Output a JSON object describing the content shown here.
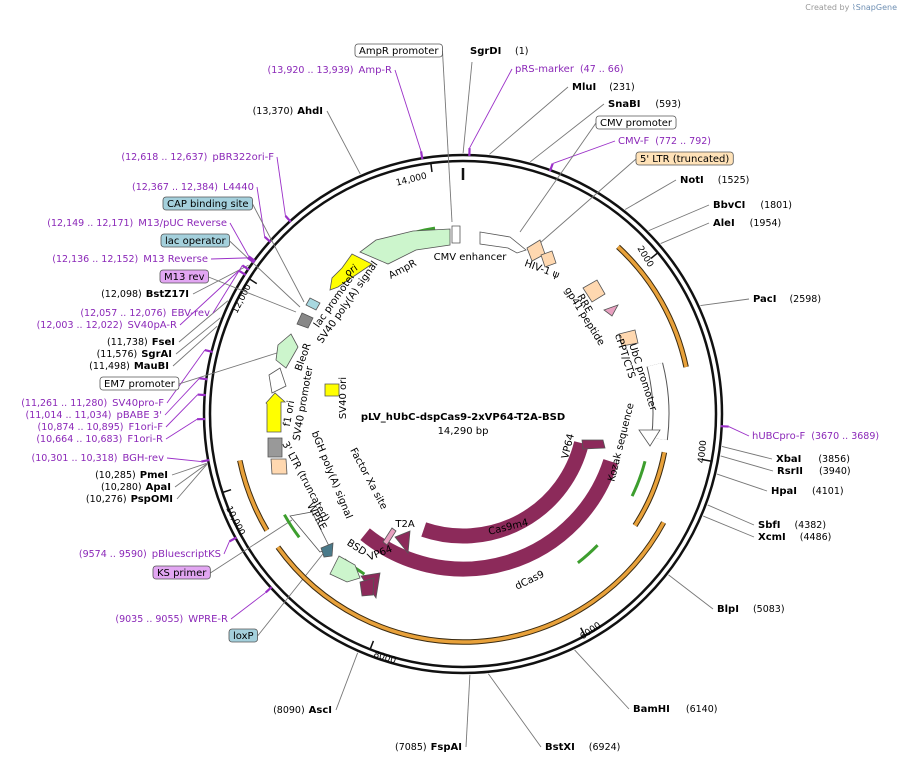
{
  "watermark": {
    "prefix": "Created by",
    "brand": "SnapGene"
  },
  "plasmid": {
    "name": "pLV_hUbC-dspCas9-2xVP64-T2A-BSD",
    "length_label": "14,290 bp",
    "length": 14290
  },
  "ticks": [
    "2000",
    "4000",
    "6000",
    "8000",
    "10,000",
    "12,000",
    "14,000"
  ],
  "sites": [
    {
      "name": "SgrDI",
      "coord": "(1)"
    },
    {
      "name": "MluI",
      "coord": "(231)"
    },
    {
      "name": "SnaBI",
      "coord": "(593)"
    },
    {
      "name": "NotI",
      "coord": "(1525)"
    },
    {
      "name": "BbvCI",
      "coord": "(1801)"
    },
    {
      "name": "AleI",
      "coord": "(1954)"
    },
    {
      "name": "PacI",
      "coord": "(2598)"
    },
    {
      "name": "XbaI",
      "coord": "(3856)"
    },
    {
      "name": "RsrII",
      "coord": "(3940)"
    },
    {
      "name": "HpaI",
      "coord": "(4101)"
    },
    {
      "name": "SbfI",
      "coord": "(4382)"
    },
    {
      "name": "XcmI",
      "coord": "(4486)"
    },
    {
      "name": "BlpI",
      "coord": "(5083)"
    },
    {
      "name": "BamHI",
      "coord": "(6140)"
    },
    {
      "name": "BstXI",
      "coord": "(6924)"
    },
    {
      "name": "FspAI",
      "coord": "(7085)"
    },
    {
      "name": "AscI",
      "coord": "(8090)"
    },
    {
      "name": "PspOMI",
      "coord": "(10,276)"
    },
    {
      "name": "ApaI",
      "coord": "(10,280)"
    },
    {
      "name": "PmeI",
      "coord": "(10,285)"
    },
    {
      "name": "MauBI",
      "coord": "(11,498)"
    },
    {
      "name": "SgrAI",
      "coord": "(11,576)"
    },
    {
      "name": "FseI",
      "coord": "(11,738)"
    },
    {
      "name": "BstZ17I",
      "coord": "(12,098)"
    },
    {
      "name": "AhdI",
      "coord": "(13,370)"
    }
  ],
  "primers": [
    {
      "name": "Amp-R",
      "coord": "(13,920 .. 13,939)"
    },
    {
      "name": "pRS-marker",
      "coord": "(47 .. 66)"
    },
    {
      "name": "CMV-F",
      "coord": "(772 .. 792)"
    },
    {
      "name": "hUBCpro-F",
      "coord": "(3670 .. 3689)"
    },
    {
      "name": "pBR322ori-F",
      "coord": "(12,618 .. 12,637)"
    },
    {
      "name": "L4440",
      "coord": "(12,367 .. 12,384)"
    },
    {
      "name": "M13/pUC Reverse",
      "coord": "(12,149 .. 12,171)"
    },
    {
      "name": "M13 Reverse",
      "coord": "(12,136 .. 12,152)"
    },
    {
      "name": "EBV-rev",
      "coord": "(12,057 .. 12,076)"
    },
    {
      "name": "SV40pA-R",
      "coord": "(12,003 .. 12,022)"
    },
    {
      "name": "SV40pro-F",
      "coord": "(11,261 .. 11,280)"
    },
    {
      "name": "pBABE 3'",
      "coord": "(11,014 .. 11,034)"
    },
    {
      "name": "F1ori-F",
      "coord": "(10,874 .. 10,895)"
    },
    {
      "name": "F1ori-R",
      "coord": "(10,664 .. 10,683)"
    },
    {
      "name": "BGH-rev",
      "coord": "(10,301 .. 10,318)"
    },
    {
      "name": "pBluescriptKS",
      "coord": "(9574 .. 9590)"
    },
    {
      "name": "WPRE-R",
      "coord": "(9035 .. 9055)"
    }
  ],
  "boxed_features": [
    {
      "name": "AmpR promoter",
      "style": "white"
    },
    {
      "name": "CMV promoter",
      "style": "white"
    },
    {
      "name": "5' LTR (truncated)",
      "style": "tan"
    },
    {
      "name": "CAP binding site",
      "style": "blue"
    },
    {
      "name": "lac operator",
      "style": "blue"
    },
    {
      "name": "M13 rev",
      "style": "purple"
    },
    {
      "name": "EM7 promoter",
      "style": "white"
    },
    {
      "name": "KS primer",
      "style": "purple"
    },
    {
      "name": "loxP",
      "style": "blue"
    }
  ],
  "feature_labels": {
    "cmv_enhancer": "CMV enhancer",
    "hiv_psi": "HIV-1 ψ",
    "rre": "RRE",
    "gp41": "gp41 peptide",
    "cppt": "cPPT/CTS",
    "ubc": "UbC promoter",
    "kozak": "Kozak sequence",
    "vp64_top": "VP64",
    "cas9m4": "Cas9m4",
    "dcas9": "dCas9",
    "t2a": "T2A",
    "vp64_bottom": "VP64",
    "bsd": "BSD",
    "wpre": "WPRE",
    "ltr3": "3' LTR (truncated)",
    "bgh": "bGH poly(A) signal",
    "factorxa": "Factor Xa site",
    "f1ori": "f1 ori",
    "sv40prom": "SV40 promoter",
    "bleor": "BleoR",
    "sv40ori": "SV40 ori",
    "sv40pa": "SV40 poly(A) signal",
    "lacprom": "lac promoter",
    "ori": "ori",
    "ampr": "AmpR"
  },
  "colors": {
    "backbone": "#111111",
    "cas9": "#8c2a5a",
    "ubc_arrow": "#ffffff",
    "ltr": "#ffd8b0",
    "wpre": "#ffffff",
    "ori": "#ffff00",
    "ampr": "#ccf5cc",
    "primer": "#9b30c8",
    "orange_arc": "#e8a13a",
    "green_arc": "#3d9e2e",
    "box_blue": "#a4d0dc",
    "box_tan": "#ffe2b8",
    "box_purple": "#e2a6f2"
  }
}
